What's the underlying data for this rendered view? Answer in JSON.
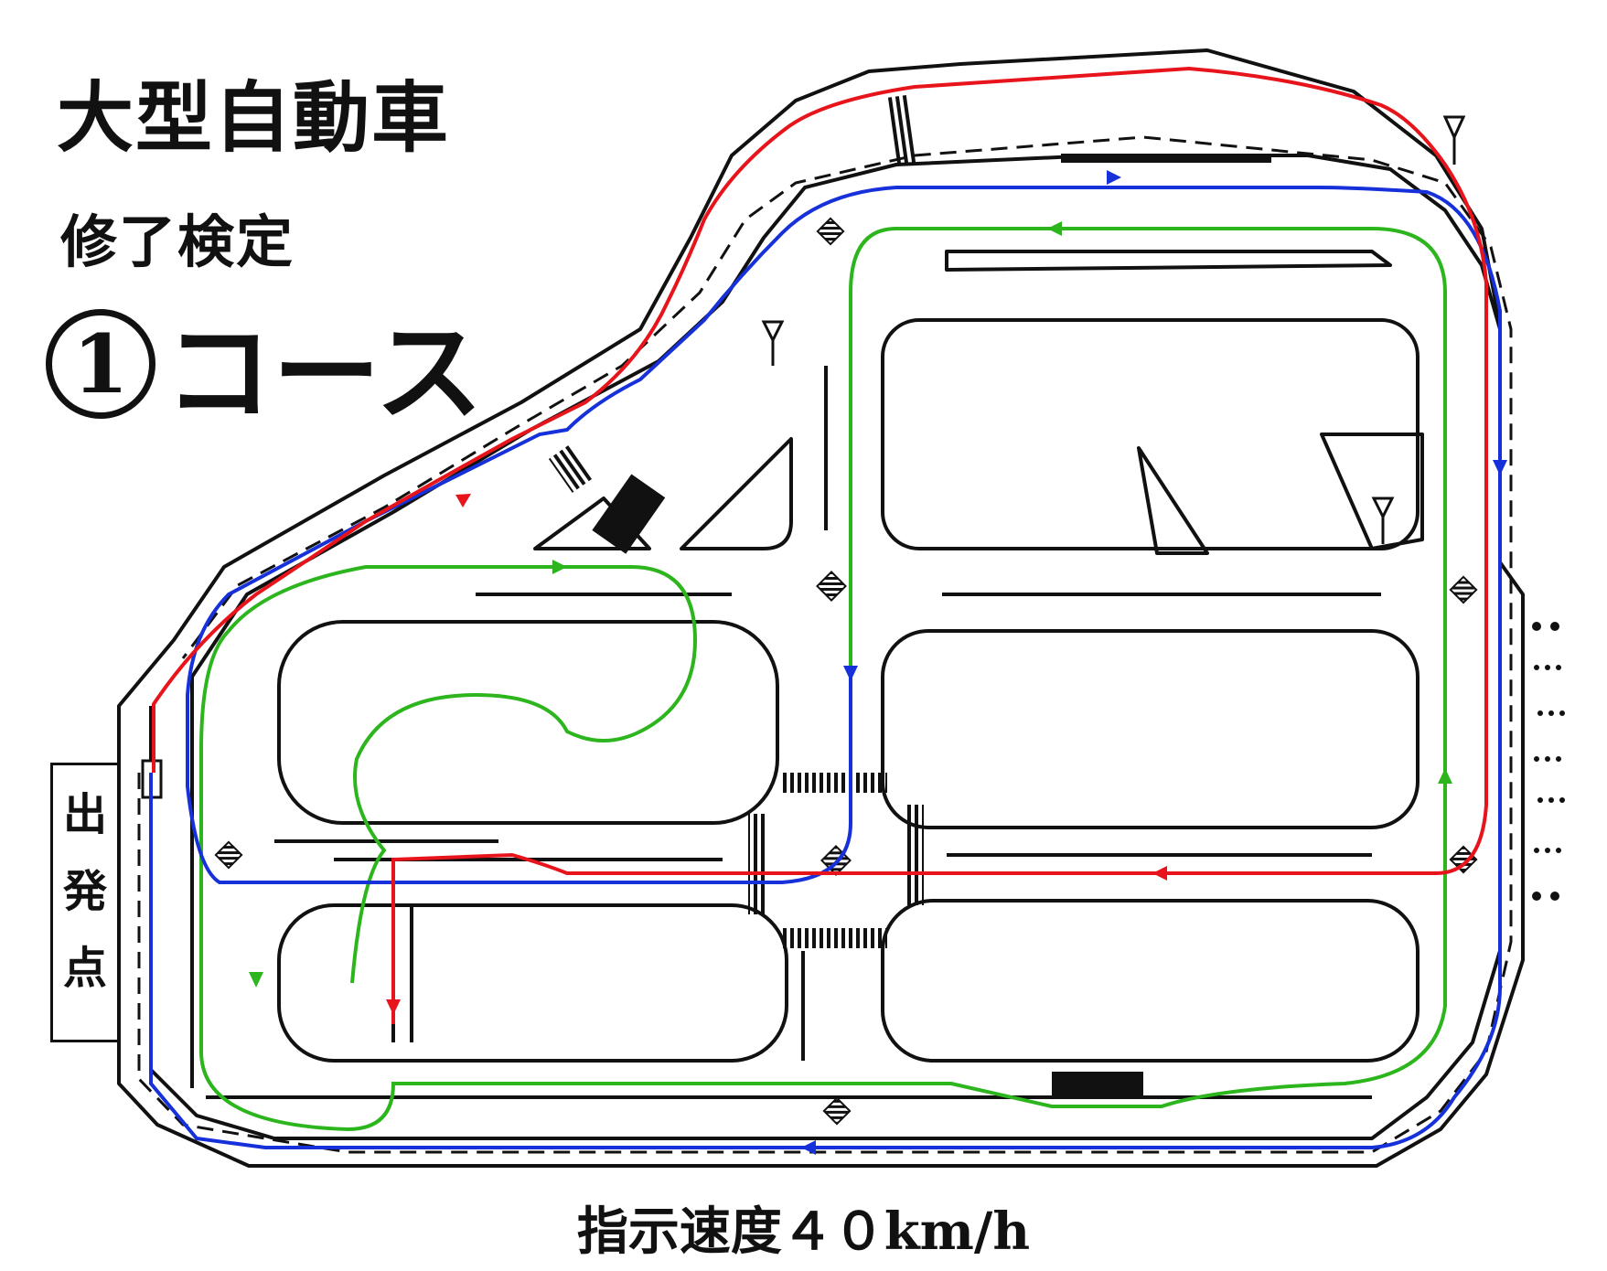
{
  "title": {
    "vehicle": "大型自動車",
    "exam": "修了検定",
    "course_number": "1",
    "course_suffix": "コース"
  },
  "start_point": {
    "chars": [
      "出",
      "発",
      "点"
    ]
  },
  "speed_label": "指示速度４０km/h",
  "route_colors": {
    "red": "#e8141c",
    "blue": "#1631d9",
    "green": "#2cb51d",
    "road": "#111111"
  }
}
